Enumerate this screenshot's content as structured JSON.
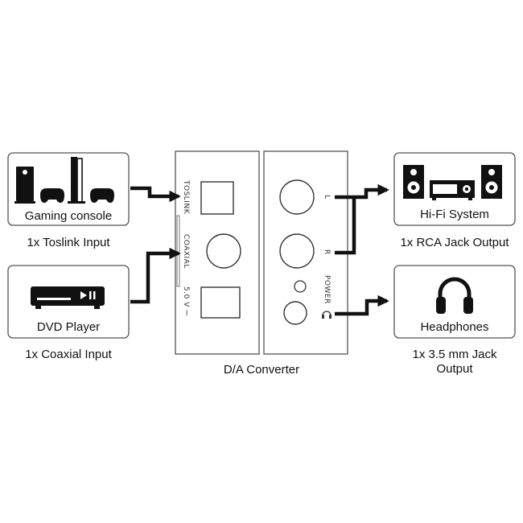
{
  "devices": {
    "gaming": {
      "label": "Gaming console",
      "caption": "1x Toslink Input",
      "icon": "gaming-consoles-icon"
    },
    "dvd": {
      "label": "DVD Player",
      "caption": "1x Coaxial Input",
      "icon": "dvd-player-icon"
    },
    "hifi": {
      "label": "Hi-Fi System",
      "caption": "1x RCA Jack Output",
      "icon": "hifi-system-icon"
    },
    "headphones": {
      "label": "Headphones",
      "caption_line1": "1x 3.5 mm Jack",
      "caption_line2": "Output",
      "icon": "headphones-icon"
    }
  },
  "converter": {
    "caption": "D/A Converter",
    "input_ports": {
      "toslink": "TOSLINK",
      "coaxial": "COAXIAL",
      "power": "5.0 V ⎓"
    },
    "output_ports": {
      "left": "L",
      "right": "R",
      "power": "POWER"
    }
  },
  "colors": {
    "line": "#111111",
    "border": "#555555",
    "background": "#ffffff"
  }
}
